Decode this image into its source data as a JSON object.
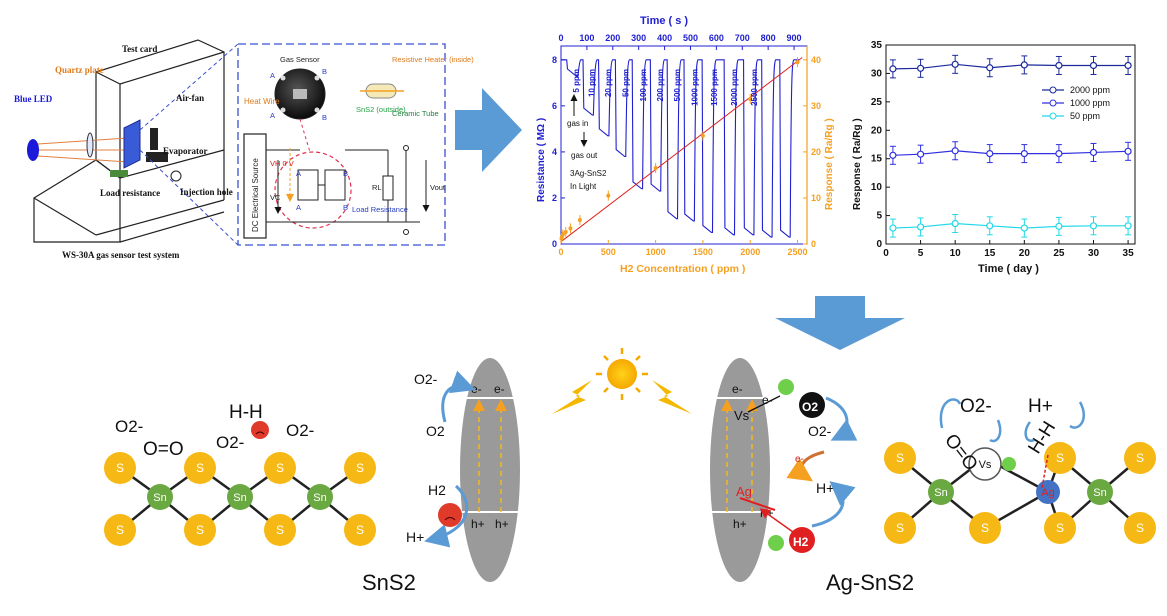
{
  "setup": {
    "blue_led": "Blue LED",
    "quartz_plate": "Quartz plate",
    "test_card": "Test card",
    "air_fan": "Air-fan",
    "evaporator": "Evaporator",
    "injection_hole": "Injection hole",
    "load_resistance": "Load resistance",
    "system_name": "WS-30A gas sensor test system"
  },
  "circuit": {
    "gas_sensor": "Gas Sensor",
    "heat_wire": "Heat Wire",
    "resistive_heater": "Resistive Heater (inside)",
    "sns2_outside": "SnS2 (outside)",
    "ceramic_tube": "Ceramic Tube",
    "dc_source": "DC Electrical Source",
    "vh": "VH 0 V",
    "vc": "VC",
    "rl": "RL",
    "load_resistance": "Load Resistance",
    "vout": "Vout",
    "pin_labels": [
      "A",
      "B",
      "A",
      "B",
      "A",
      "B",
      "A",
      "B"
    ]
  },
  "chart_main": {
    "type": "line",
    "top_axis_label": "Time ( s )",
    "top_ticks": [
      "0",
      "100",
      "200",
      "300",
      "400",
      "500",
      "600",
      "700",
      "800",
      "900"
    ],
    "xlabel": "H2 Concentration ( ppm )",
    "x_ticks": [
      "0",
      "500",
      "1000",
      "1500",
      "2000",
      "2500"
    ],
    "ylabel_left": "Resistance ( MΩ )",
    "y_left_ticks": [
      "0",
      "2",
      "4",
      "6",
      "8"
    ],
    "ylabel_right": "Response ( Ra/Rg )",
    "y_right_ticks": [
      "0",
      "10",
      "20",
      "30",
      "40"
    ],
    "annotations": {
      "gas_in": "gas in",
      "gas_out": "gas out",
      "sample": "3Ag-SnS2",
      "light": "In Light"
    },
    "ppm_labels": [
      "5 ppm",
      "10 ppm",
      "20 ppm",
      "50 ppm",
      "100 ppm",
      "200 ppm",
      "500 ppm",
      "1000 ppm",
      "1500 ppm",
      "2000 ppm",
      "2500 ppm"
    ],
    "resistance_drops": [
      {
        "time": 22,
        "min": 7.3
      },
      {
        "time": 85,
        "min": 5.6
      },
      {
        "time": 145,
        "min": 4.7
      },
      {
        "time": 210,
        "min": 3.8
      },
      {
        "time": 275,
        "min": 2.4
      },
      {
        "time": 345,
        "min": 2.3
      },
      {
        "time": 410,
        "min": 1.1
      },
      {
        "time": 475,
        "min": 1.0
      },
      {
        "time": 545,
        "min": 0.5
      },
      {
        "time": 630,
        "min": 0.4
      },
      {
        "time": 705,
        "min": 0.4
      },
      {
        "time": 775,
        "min": 0.3
      },
      {
        "time": 845,
        "min": 0.3
      }
    ],
    "response_points": [
      {
        "x": 5,
        "y": 1.2
      },
      {
        "x": 10,
        "y": 1.6
      },
      {
        "x": 20,
        "y": 2.1
      },
      {
        "x": 50,
        "y": 2.6
      },
      {
        "x": 100,
        "y": 3.4
      },
      {
        "x": 200,
        "y": 5.2
      },
      {
        "x": 500,
        "y": 10.5
      },
      {
        "x": 1000,
        "y": 16.5
      },
      {
        "x": 1500,
        "y": 23.5
      },
      {
        "x": 2000,
        "y": 31.5
      },
      {
        "x": 2500,
        "y": 39.5
      }
    ],
    "xlim": [
      0,
      2600
    ],
    "ylim_left": [
      0,
      8.6
    ],
    "ylim_right": [
      0,
      43
    ]
  },
  "chart_stability": {
    "type": "line",
    "xlabel": "Time ( day )",
    "ylabel": "Response ( Ra/Rg )",
    "x_ticks": [
      "0",
      "5",
      "10",
      "15",
      "20",
      "25",
      "30",
      "35"
    ],
    "y_ticks": [
      "0",
      "5",
      "10",
      "15",
      "20",
      "25",
      "30",
      "35"
    ],
    "xlim": [
      0,
      36
    ],
    "ylim": [
      0,
      35
    ],
    "x": [
      1,
      5,
      10,
      15,
      20,
      25,
      30,
      35
    ],
    "series": [
      {
        "name": "2000 ppm",
        "color": "#1a2a9c",
        "values": [
          30.8,
          30.9,
          31.6,
          31.0,
          31.5,
          31.4,
          31.4,
          31.4
        ]
      },
      {
        "name": "1000 ppm",
        "color": "#3030e0",
        "values": [
          15.6,
          15.8,
          16.4,
          15.9,
          15.9,
          15.9,
          16.1,
          16.3
        ]
      },
      {
        "name": "50 ppm",
        "color": "#22d8e8",
        "values": [
          2.8,
          3.0,
          3.6,
          3.2,
          2.8,
          3.1,
          3.2,
          3.2
        ]
      }
    ]
  },
  "mechanism": {
    "left_caption": "SnS2",
    "right_caption": "Ag-SnS2",
    "sn": "Sn",
    "s": "S",
    "ag": "Ag",
    "vs": "Vs",
    "o2_minus": "O2-",
    "o2": "O2",
    "h2": "H2",
    "h_plus": "H+",
    "hh": "H-H",
    "e_minus": "e-",
    "h_hole": "h+"
  },
  "colors": {
    "arrow_blue": "#5b9bd5",
    "chart_blue": "#2020d0",
    "chart_orange": "#f5a020",
    "s_atom": "#f6b814",
    "sn_atom": "#6aa842",
    "ag_atom": "#4472c4",
    "band_gray": "#9a9a9a"
  }
}
